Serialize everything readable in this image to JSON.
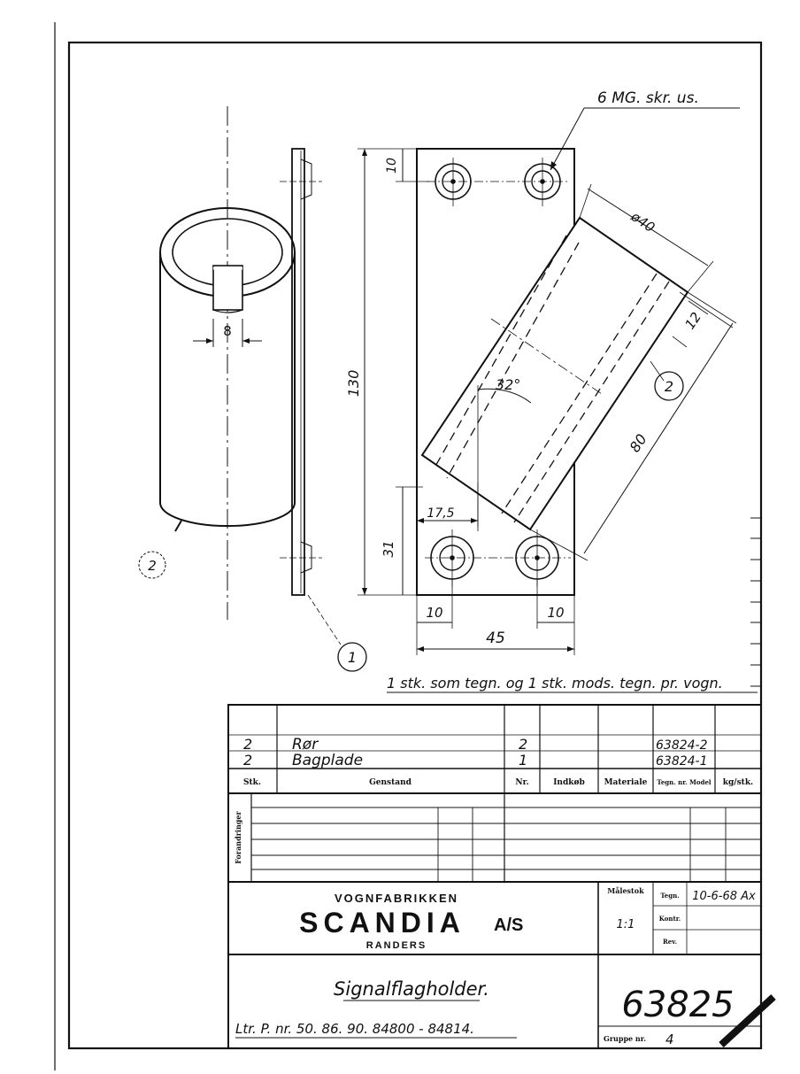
{
  "drawing": {
    "screw_note": "6 MG. skr. us.",
    "dim_height_total": "130",
    "dim_top_offset": "10",
    "dim_bottom_offset": "31",
    "dim_side_offset": "17,5",
    "dim_left_edge": "10",
    "dim_right_edge": "10",
    "dim_width": "45",
    "dim_tube_diameter": "ø40",
    "dim_wall": "12",
    "dim_length": "80",
    "dim_angle": "32°",
    "dim_slot": "8",
    "part_callout_1": "1",
    "part_callout_2": "2",
    "part_callout_2b": "2",
    "quantity_note": "1 stk. som tegn. og 1 stk. mods. tegn. pr. vogn."
  },
  "parts_list": {
    "headers": {
      "stk": "Stk.",
      "genstand": "Genstand",
      "nr": "Nr.",
      "indkob": "Indkøb",
      "materiale": "Materiale",
      "tegn_model": "Tegn. nr. Model",
      "kg": "kg/stk."
    },
    "rows": [
      {
        "stk": "2",
        "genstand": "Rør",
        "nr": "2",
        "tegn": "63824-2"
      },
      {
        "stk": "2",
        "genstand": "Bagplade",
        "nr": "1",
        "tegn": "63824-1"
      }
    ]
  },
  "revisions": {
    "label": "Forandringer"
  },
  "title_block": {
    "company_top": "VOGNFABRIKKEN",
    "company_name": "SCANDIA",
    "company_suffix": "A/S",
    "company_city": "RANDERS",
    "scale_label": "Målestok",
    "scale_value": "1:1",
    "tegn_label": "Tegn.",
    "tegn_value": "10-6-68 Ax",
    "kontr_label": "Kontr.",
    "rev_label": "Rev.",
    "title": "Signalflagholder.",
    "ref": "Ltr. P. nr. 50. 86. 90. 84800 - 84814.",
    "drawing_no": "63825",
    "group_label": "Gruppe nr.",
    "group_value": "4"
  }
}
